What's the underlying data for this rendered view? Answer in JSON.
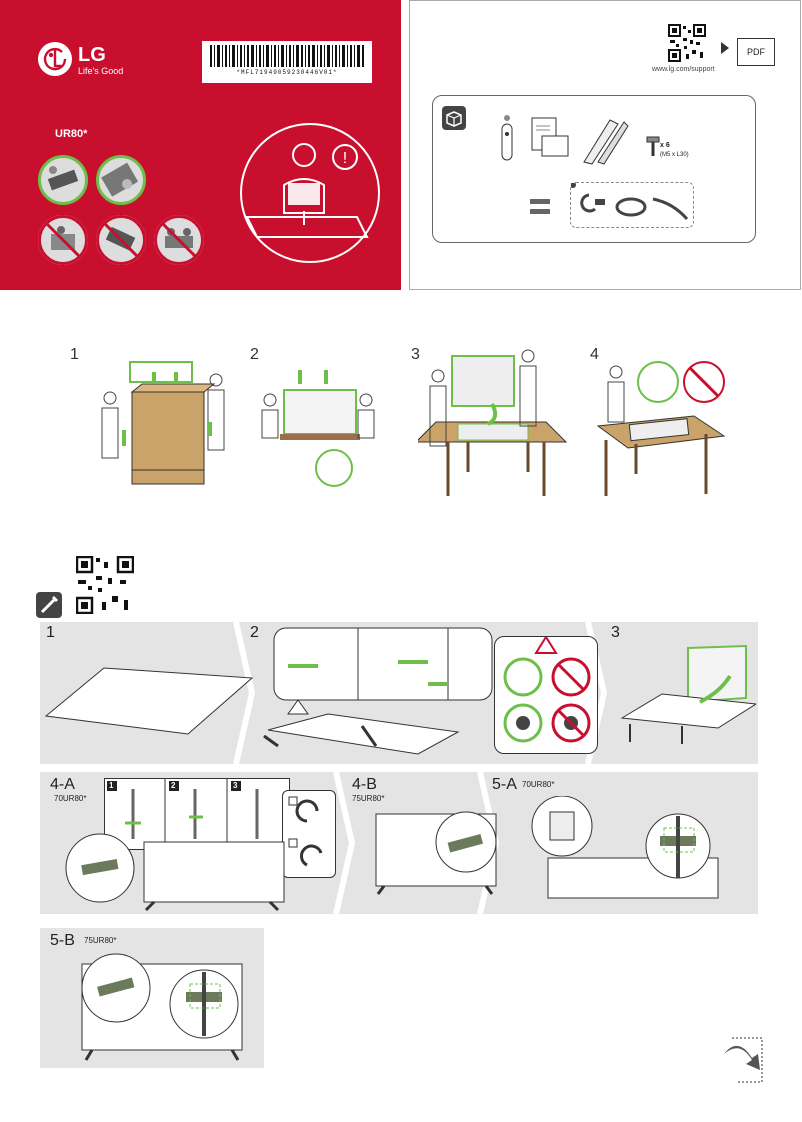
{
  "cover": {
    "brand": "LG",
    "slogan": "Life's Good",
    "barcode_text": "*MFL71949059230446V01*",
    "model": "UR80*"
  },
  "support": {
    "url": "www.lg.com/support",
    "pdf_label": "PDF"
  },
  "contents": {
    "screw_count": "x 6",
    "screw_spec": "(M5 x L30)"
  },
  "unpack_steps": [
    "1",
    "2",
    "3",
    "4"
  ],
  "assembly": {
    "steps": {
      "s1": "1",
      "s2": "2",
      "s3": "3",
      "s4a": "4-A",
      "s4a_model": "70UR80*",
      "s4b": "4-B",
      "s4b_model": "75UR80*",
      "s5a": "5-A",
      "s5a_model": "70UR80*",
      "s5b": "5-B",
      "s5b_model": "75UR80*"
    },
    "sub_markers": [
      "1",
      "2",
      "3"
    ]
  },
  "colors": {
    "brand_red": "#c8102e",
    "ok_green": "#6cc04a",
    "band_gray": "#e4e4e4"
  }
}
